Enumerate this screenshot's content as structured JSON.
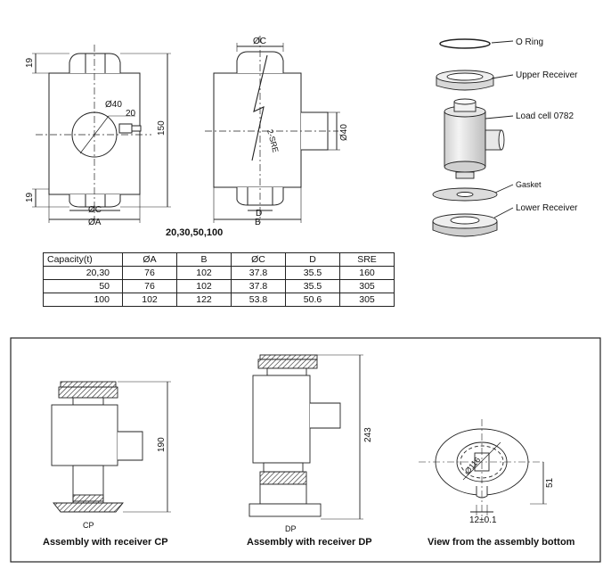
{
  "top_drawings": {
    "front_view": {
      "dim_height_top": "19",
      "dim_height_bottom": "19",
      "dim_total_height": "150",
      "dim_hole": "Ø40",
      "dim_offset": "20",
      "dim_c": "ØC",
      "dim_a": "ØA"
    },
    "side_view": {
      "dim_c": "ØC",
      "dim_sre": "2-SRE",
      "dim_boss": "Ø40",
      "dim_d": "D",
      "dim_b": "B"
    },
    "capacities_caption": "20,30,50,100"
  },
  "exploded_parts": [
    {
      "label": "O Ring"
    },
    {
      "label": "Upper Receiver"
    },
    {
      "label": "Load cell 0782"
    },
    {
      "label": "Gasket"
    },
    {
      "label": "Lower Receiver"
    }
  ],
  "spec_table": {
    "headers": [
      "Capacity(t)",
      "ØA",
      "B",
      "ØC",
      "D",
      "SRE"
    ],
    "rows": [
      [
        "20,30",
        "76",
        "102",
        "37.8",
        "35.5",
        "160"
      ],
      [
        "50",
        "76",
        "102",
        "37.8",
        "35.5",
        "305"
      ],
      [
        "100",
        "102",
        "122",
        "53.8",
        "50.6",
        "305"
      ]
    ]
  },
  "assemblies": {
    "cp": {
      "height": "190",
      "tag": "CP",
      "caption": "Assembly with receiver CP"
    },
    "dp": {
      "height": "243",
      "tag": "DP",
      "caption": "Assembly with receiver DP"
    },
    "bottom": {
      "dia": "Ø116",
      "dim_side": "51",
      "dim_slot": "12±0.1",
      "caption": "View from the assembly bottom"
    }
  }
}
